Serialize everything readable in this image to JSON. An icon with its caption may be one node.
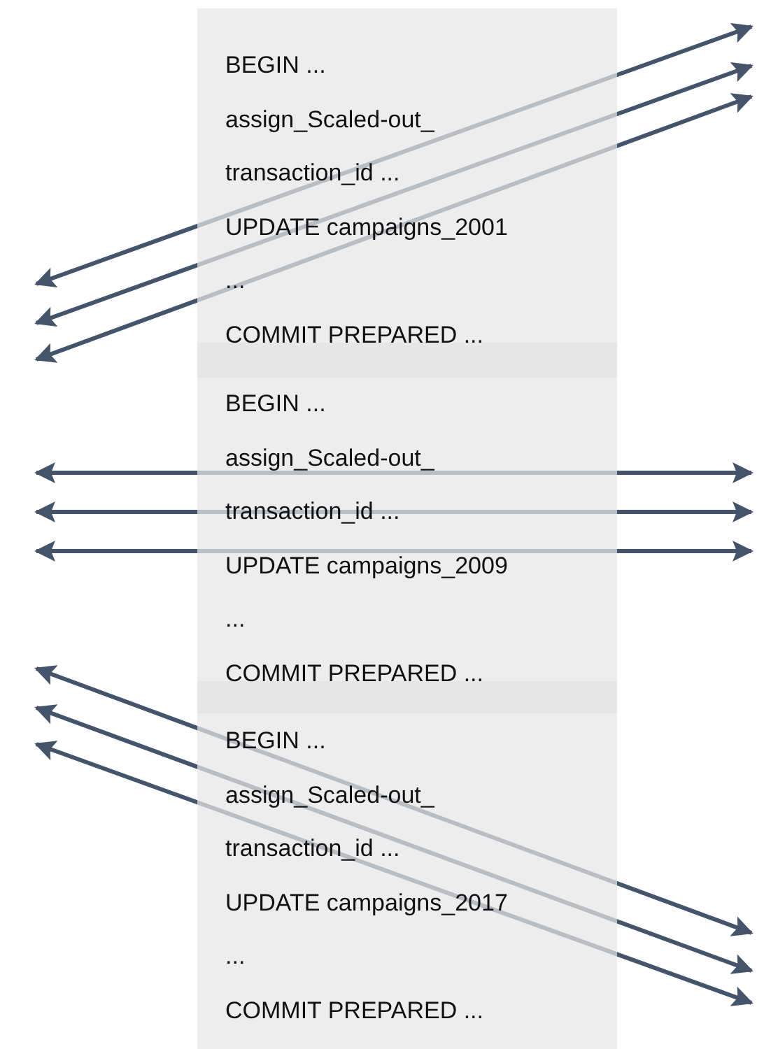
{
  "diagram": {
    "nodes": [
      {
        "text": [
          "BEGIN ...",
          "assign_Scaled-out_ transaction_id ...",
          "UPDATE campaigns_2001",
          "...",
          "COMMIT PREPARED ..."
        ]
      },
      {
        "text": [
          "BEGIN ...",
          "assign_Scaled-out_ transaction_id ...",
          "UPDATE campaigns_2009",
          "...",
          "COMMIT PREPARED ..."
        ]
      },
      {
        "text": [
          "BEGIN ...",
          "assign_Scaled-out_ transaction_id ...",
          "UPDATE campaigns_2017",
          "...",
          "COMMIT PREPARED ..."
        ]
      }
    ]
  }
}
